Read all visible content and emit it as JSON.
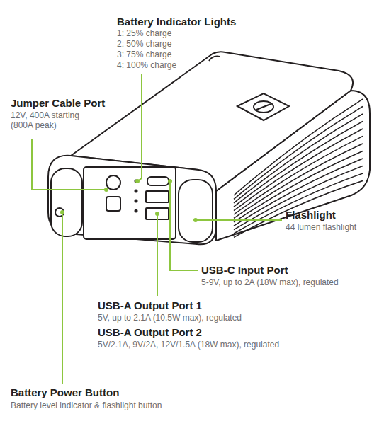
{
  "diagram": {
    "labels": [
      "Battery Indicator Lights",
      "1: 25% charge",
      "2: 50% charge",
      "3: 75% charge",
      "4: 100% charge",
      "Jumper Cable Port",
      "12V, 400A starting (800A peak)",
      "Flashlight",
      "44 lumen flashlight",
      "USB-C Input Port",
      "5-9V, up to 2A (18W max), regulated",
      "USB-A Output Port 1",
      "5V, up to 2.1A (10.5W max), regulated",
      "USB-A Output Port 2",
      "5V/2.1A, 9V/2A, 12V/1.5A (18W max), regulated",
      "Battery Power Button",
      "Battery level indicator & flashlight button"
    ]
  }
}
